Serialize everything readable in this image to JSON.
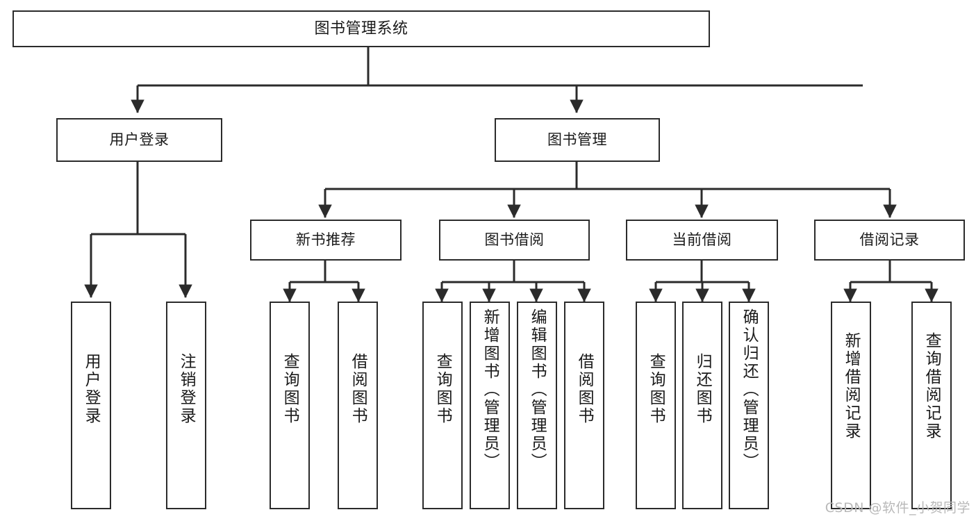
{
  "diagram": {
    "title": "图书管理系统",
    "type": "tree-hierarchy-diagram",
    "accent_color": "#2b2b2b",
    "background_color": "#ffffff",
    "root": {
      "label": "图书管理系统"
    },
    "level1": [
      {
        "label": "用户登录"
      },
      {
        "label": "图书管理"
      }
    ],
    "level2": [
      {
        "label": "新书推荐"
      },
      {
        "label": "图书借阅"
      },
      {
        "label": "当前借阅"
      },
      {
        "label": "借阅记录"
      }
    ],
    "leaves": {
      "user_login": [
        {
          "label": "用户登录"
        },
        {
          "label": "注销登录"
        }
      ],
      "new_book_recommend": [
        {
          "label": "查询图书"
        },
        {
          "label": "借阅图书"
        }
      ],
      "book_borrow": [
        {
          "label": "查询图书"
        },
        {
          "label": "新增图书（管理员）"
        },
        {
          "label": "编辑图书（管理员）"
        },
        {
          "label": "借阅图书"
        }
      ],
      "current_borrow": [
        {
          "label": "查询图书"
        },
        {
          "label": "归还图书"
        },
        {
          "label": "确认归还（管理员）"
        }
      ],
      "borrow_record": [
        {
          "label": "新增借阅记录"
        },
        {
          "label": "查询借阅记录"
        }
      ]
    }
  },
  "watermark": {
    "text": "CSDN @软件_小贺同学"
  }
}
